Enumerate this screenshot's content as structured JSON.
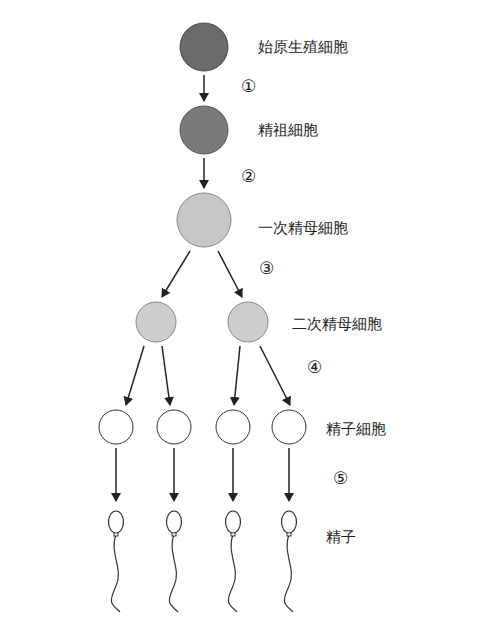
{
  "diagram": {
    "nodes": [
      {
        "text": [
          "始原生殖細胞"
        ]
      },
      {
        "text": [
          "精祖細胞"
        ]
      },
      {
        "text": [
          "一次精母細胞"
        ]
      },
      {
        "text": [
          "二次精母細胞"
        ]
      },
      {
        "text": [
          "精子細胞"
        ]
      },
      {
        "text": [
          "精子"
        ]
      }
    ],
    "edges": [
      {
        "from": 0,
        "to": 1,
        "arrow": "to",
        "label": "①"
      },
      {
        "from": 1,
        "to": 2,
        "arrow": "to",
        "label": "②"
      },
      {
        "from": 2,
        "to": 3,
        "arrow": "to",
        "label": "③"
      },
      {
        "from": 3,
        "to": 4,
        "arrow": "to",
        "label": "④"
      },
      {
        "from": 4,
        "to": 5,
        "arrow": "to",
        "label": "⑤"
      }
    ]
  }
}
